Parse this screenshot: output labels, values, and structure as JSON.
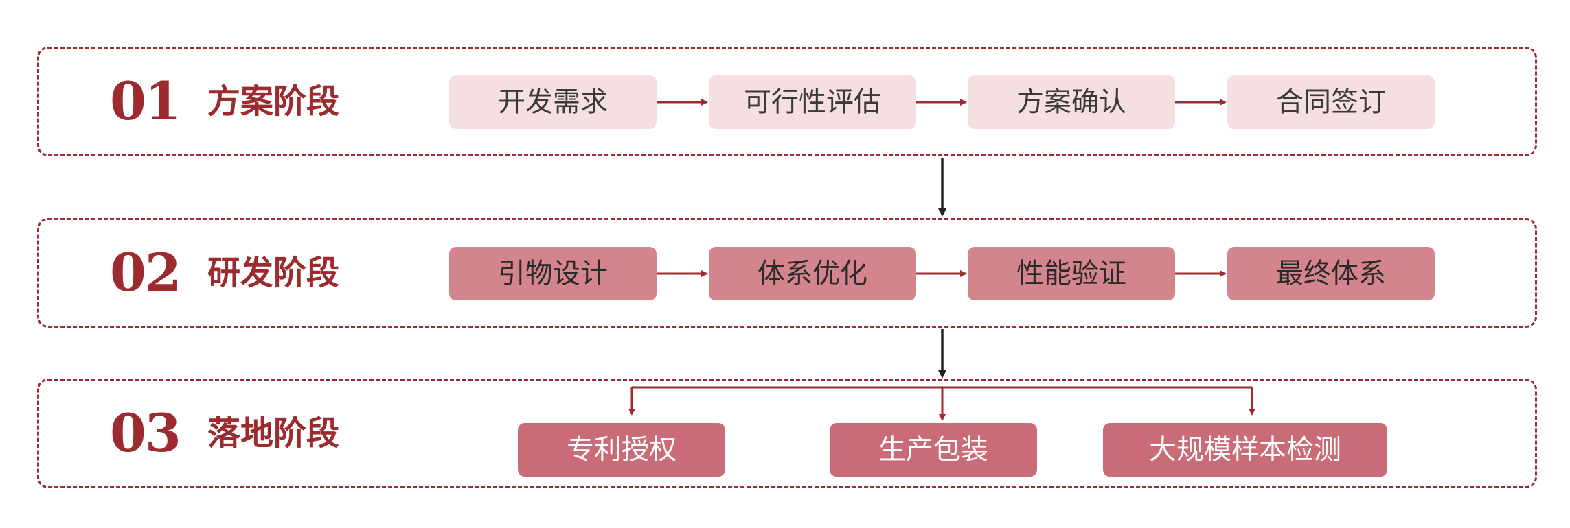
{
  "stages": [
    {
      "number": "01",
      "title": "方案阶段",
      "steps": [
        "开发需求",
        "可行性评估",
        "方案确认",
        "合同签订"
      ]
    },
    {
      "number": "02",
      "title": "研发阶段",
      "steps": [
        "引物设计",
        "体系优化",
        "性能验证",
        "最终体系"
      ]
    },
    {
      "number": "03",
      "title": "落地阶段",
      "steps": [
        "专利授权",
        "生产包装",
        "大规模样本检测"
      ]
    }
  ],
  "colors": {
    "accent": "#9c2b2f",
    "stage1_box": "#f6dfe1",
    "stage2_box": "#d4848c",
    "stage3_box": "#c96c78",
    "stage_arrow": "#222222"
  }
}
